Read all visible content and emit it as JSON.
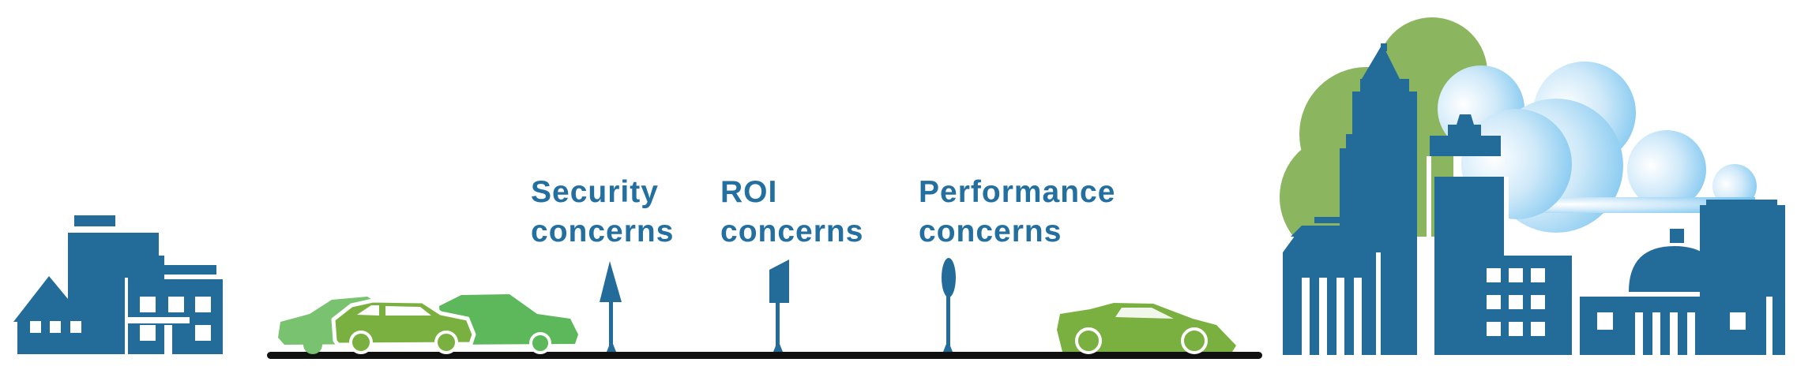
{
  "colors": {
    "building_blue": "#236b99",
    "green_light": "#79c26f",
    "green_mid": "#7ab03f",
    "green_bright": "#5cb85a",
    "tree_green": "#8bb55e",
    "cloud_light": "#e8f4fc",
    "cloud_blue": "#74c2ee",
    "road_black": "#111111",
    "label_blue": "#236fa0"
  },
  "labels": {
    "security": {
      "line1": "Security",
      "line2": "concerns"
    },
    "roi": {
      "line1": "ROI",
      "line2": "concerns"
    },
    "performance": {
      "line1": "Performance",
      "line2": "concerns"
    }
  },
  "icons": {
    "left_buildings": "small-town-buildings-icon",
    "cars_left": "traffic-cars-icon",
    "sign_security": "triangle-sign-icon",
    "sign_roi": "square-sign-icon",
    "sign_performance": "round-sign-icon",
    "car_right": "sports-car-icon",
    "city": "city-skyline-icon",
    "cloud": "cloud-icon",
    "tree": "tree-icon"
  }
}
